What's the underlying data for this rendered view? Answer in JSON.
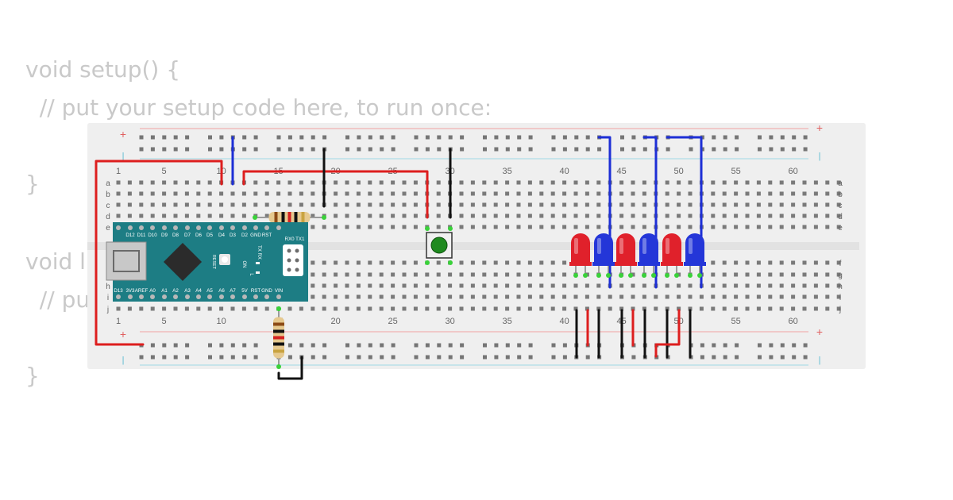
{
  "code": {
    "lines": [
      "void setup() {",
      "  // put your setup code here, to run once:",
      "}",
      "void l",
      "  // pu",
      "}"
    ]
  },
  "breadboard": {
    "column_numbers": [
      "1",
      "5",
      "10",
      "15",
      "20",
      "25",
      "30",
      "35",
      "40",
      "45",
      "50",
      "55",
      "60"
    ],
    "row_letters_top": [
      "a",
      "b",
      "c",
      "d",
      "e"
    ],
    "row_letters_bottom": [
      "f",
      "g",
      "h",
      "i",
      "j"
    ],
    "rail_plus": "+",
    "rail_minus": "|"
  },
  "arduino_nano": {
    "top_pin_labels": [
      "D12",
      "D11",
      "D10",
      "D9",
      "D8",
      "D7",
      "D6",
      "D5",
      "D4",
      "D3",
      "D2",
      "GND",
      "RST"
    ],
    "bottom_pin_labels": [
      "D13",
      "3V3",
      "AREF",
      "A0",
      "A1",
      "A2",
      "A3",
      "A4",
      "A5",
      "A6",
      "A7",
      "5V",
      "RST",
      "GND",
      "VIN"
    ],
    "serial_label": "RX0 TX1",
    "txrx_label": "TX RX",
    "reset_label": "RESET",
    "on_label": "ON",
    "l_label": "L"
  },
  "colors": {
    "board": "#efefef",
    "wire_red": "#dd1e1e",
    "wire_blue": "#1d2fd6",
    "wire_black": "#111111",
    "nano": "#1d7d84",
    "led_red": "#e0212b",
    "led_blue": "#2436d8",
    "button_cap": "#1f8a1f",
    "pin_green": "#3ad13a"
  },
  "leds": [
    "red",
    "blue",
    "red",
    "blue",
    "red",
    "blue"
  ]
}
